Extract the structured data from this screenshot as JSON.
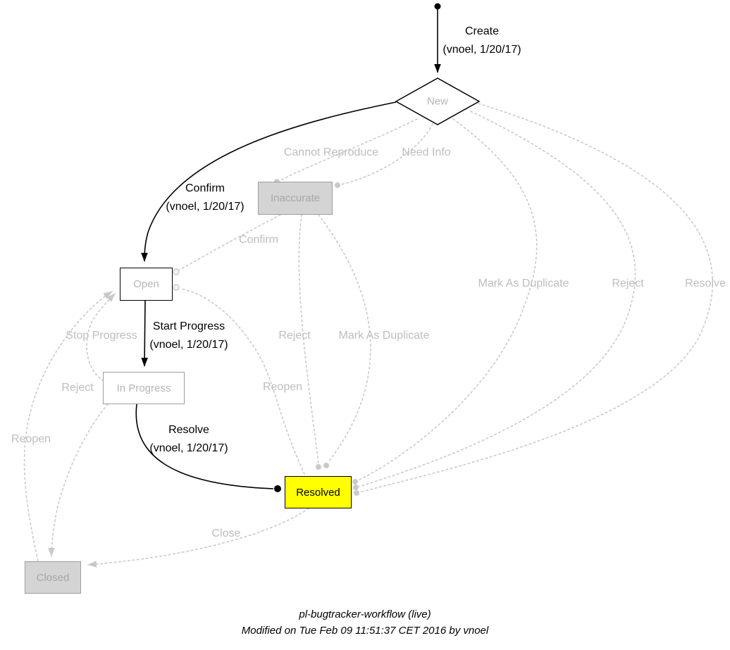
{
  "diagram": {
    "title": "pl-bugtracker-workflow (live)",
    "modified": "Modified on Tue Feb 09 11:51:37 CET 2016 by vnoel",
    "nodes": {
      "new": "New",
      "inaccurate": "Inaccurate",
      "open": "Open",
      "in_progress": "In Progress",
      "resolved": "Resolved",
      "closed": "Closed"
    },
    "active_transitions": {
      "create": {
        "label": "Create",
        "meta": "(vnoel, 1/20/17)"
      },
      "confirm": {
        "label": "Confirm",
        "meta": "(vnoel, 1/20/17)"
      },
      "start_progress": {
        "label": "Start Progress",
        "meta": "(vnoel, 1/20/17)"
      },
      "resolve": {
        "label": "Resolve",
        "meta": "(vnoel, 1/20/17)"
      }
    },
    "inactive_transitions": {
      "cannot_reproduce": "Cannot Reproduce",
      "need_info": "Need Info",
      "confirm_from_inaccurate": "Confirm",
      "mark_as_duplicate_from_new": "Mark As Duplicate",
      "reject_from_new": "Reject",
      "resolve_from_new": "Resolve",
      "stop_progress": "Stop Progress",
      "reject_from_inaccurate": "Reject",
      "mark_as_duplicate_from_inaccurate": "Mark As Duplicate",
      "reject_from_open": "Reject",
      "reopen_from_resolved": "Reopen",
      "reopen_from_closed": "Reopen",
      "close": "Close"
    },
    "colors": {
      "active_edge": "#000000",
      "inactive_edge": "#c9c9c9",
      "inactive_text": "#bdbdbd",
      "resolved_fill": "#ffff00",
      "disabled_fill": "#d4d4d4"
    }
  }
}
